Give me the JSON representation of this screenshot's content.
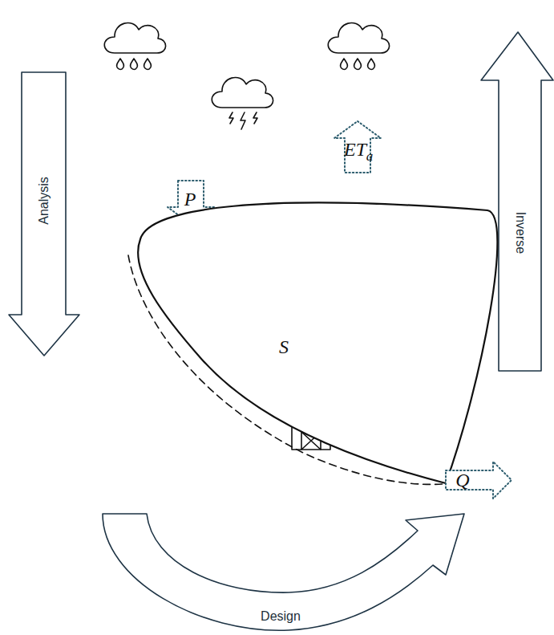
{
  "diagram": {
    "nodes": [
      {
        "text": [
          "Analysis"
        ]
      },
      {
        "text": [
          "P"
        ]
      },
      {
        "text": [
          "ET",
          "a"
        ]
      },
      {
        "text": [
          "Inverse"
        ]
      },
      {
        "text": [
          "S"
        ]
      },
      {
        "text": [
          "Q"
        ]
      },
      {
        "text": [
          "Design"
        ]
      }
    ]
  }
}
